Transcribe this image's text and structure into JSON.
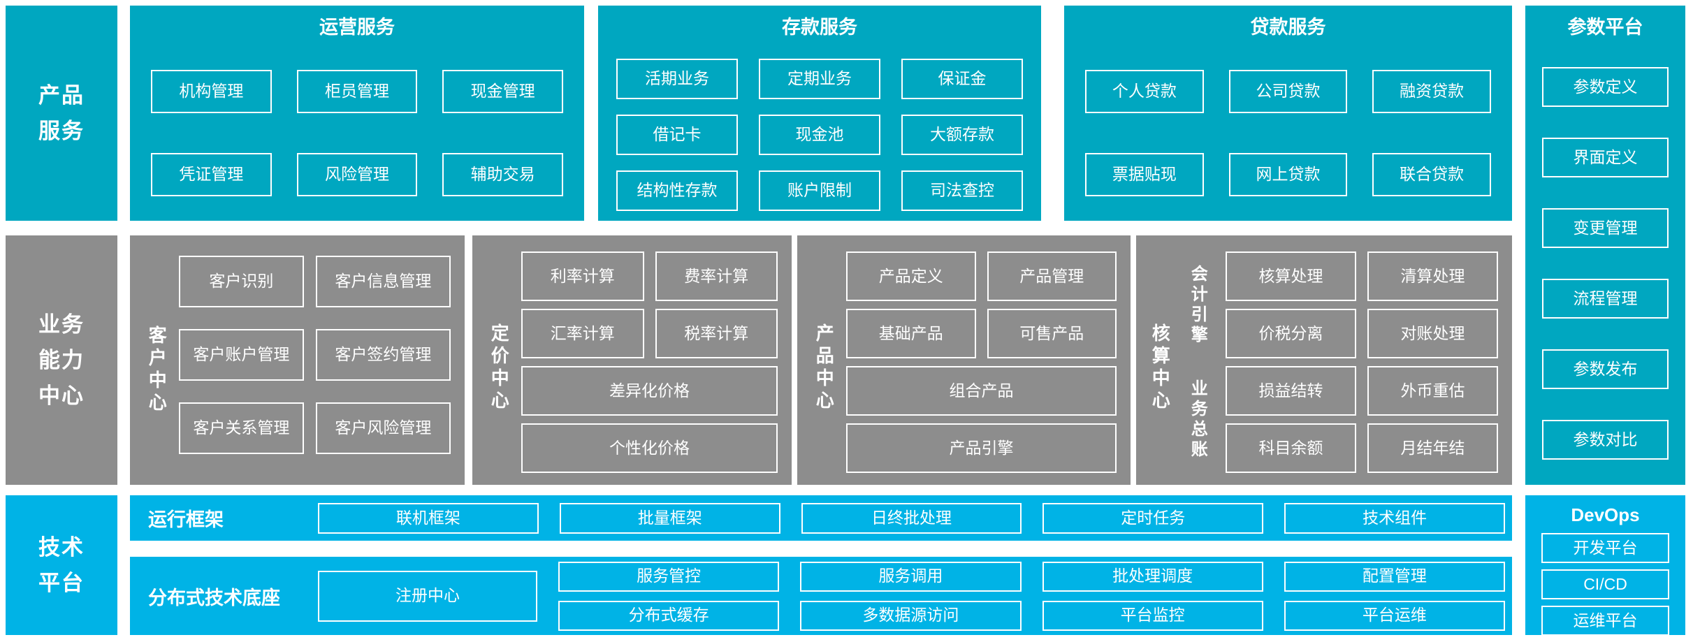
{
  "colors": {
    "teal": "#00a7c0",
    "gray": "#8d8d8d",
    "cyan": "#00b3e6"
  },
  "left_labels": {
    "product": "产品\n服务",
    "business": "业务\n能力\n中心",
    "tech": "技术\n平台"
  },
  "product_row": {
    "operations": {
      "title": "运营服务",
      "items": [
        "机构管理",
        "柜员管理",
        "现金管理",
        "凭证管理",
        "风险管理",
        "辅助交易"
      ]
    },
    "deposit": {
      "title": "存款服务",
      "items": [
        "活期业务",
        "定期业务",
        "保证金",
        "借记卡",
        "现金池",
        "大额存款",
        "结构性存款",
        "账户限制",
        "司法查控"
      ]
    },
    "loan": {
      "title": "贷款服务",
      "items": [
        "个人贷款",
        "公司贷款",
        "融资贷款",
        "票据贴现",
        "网上贷款",
        "联合贷款"
      ]
    }
  },
  "param_platform": {
    "title": "参数平台",
    "items": [
      "参数定义",
      "界面定义",
      "变更管理",
      "流程管理",
      "参数发布",
      "参数对比"
    ]
  },
  "business_row": {
    "customer": {
      "title": "客户中心",
      "items": [
        "客户识别",
        "客户信息管理",
        "客户账户管理",
        "客户签约管理",
        "客户关系管理",
        "客户风险管理"
      ]
    },
    "pricing": {
      "title": "定价中心",
      "items": [
        "利率计算",
        "费率计算",
        "汇率计算",
        "税率计算"
      ],
      "wide_items": [
        "差异化价格",
        "个性化价格"
      ]
    },
    "product_center": {
      "title": "产品中心",
      "items": [
        "产品定义",
        "产品管理",
        "基础产品",
        "可售产品"
      ],
      "wide_items": [
        "组合产品",
        "产品引擎"
      ]
    },
    "accounting": {
      "title": "核算中心",
      "groups": [
        {
          "label": "会计引擎",
          "items": [
            "核算处理",
            "清算处理",
            "价税分离",
            "对账处理"
          ]
        },
        {
          "label": "业务总账",
          "items": [
            "损益结转",
            "外币重估",
            "科目余额",
            "月结年结"
          ]
        }
      ]
    }
  },
  "tech_row": {
    "runtime": {
      "title": "运行框架",
      "items": [
        "联机框架",
        "批量框架",
        "日终批处理",
        "定时任务",
        "技术组件"
      ]
    },
    "distributed": {
      "title": "分布式技术底座",
      "registry": "注册中心",
      "items": [
        "服务管控",
        "服务调用",
        "批处理调度",
        "配置管理",
        "分布式缓存",
        "多数据源访问",
        "平台监控",
        "平台运维"
      ]
    },
    "devops": {
      "title": "DevOps",
      "items": [
        "开发平台",
        "CI/CD",
        "运维平台"
      ]
    }
  }
}
